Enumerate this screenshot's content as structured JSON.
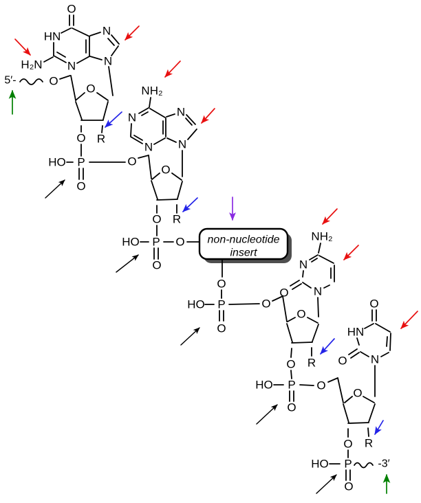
{
  "figure": {
    "colors": {
      "ink": "#000000",
      "red": "#e81010",
      "blue": "#2323e8",
      "green": "#008000",
      "purple": "#8a2be2",
      "shadow": "#4f4f4f",
      "box_fill": "#ffffff",
      "bg": "#ffffff"
    },
    "terminals": {
      "five_prime": "5′-",
      "three_prime": "-3′"
    },
    "insert": {
      "line1": "non-nucleotide",
      "line2": "insert"
    },
    "guanine": {
      "o6": "O",
      "n1h": "HN",
      "n2": "H₂N",
      "n3": "N",
      "n7": "N",
      "n9": "N"
    },
    "adenine": {
      "n6": "NH₂",
      "n1": "N",
      "n3": "N",
      "n7": "N",
      "n9": "N"
    },
    "cytosine": {
      "n4": "NH₂",
      "n3": "N",
      "o2": "O",
      "n1": "N"
    },
    "uracil": {
      "o4": "O",
      "n3h": "HN",
      "o2": "O",
      "n1": "N"
    },
    "sugar": {
      "ring_o": "O",
      "o5": "O",
      "o3": "O",
      "r": "R"
    },
    "phosphate": {
      "ho": "HO",
      "p": "P",
      "dbo": "O",
      "bridge_o": "O"
    }
  }
}
